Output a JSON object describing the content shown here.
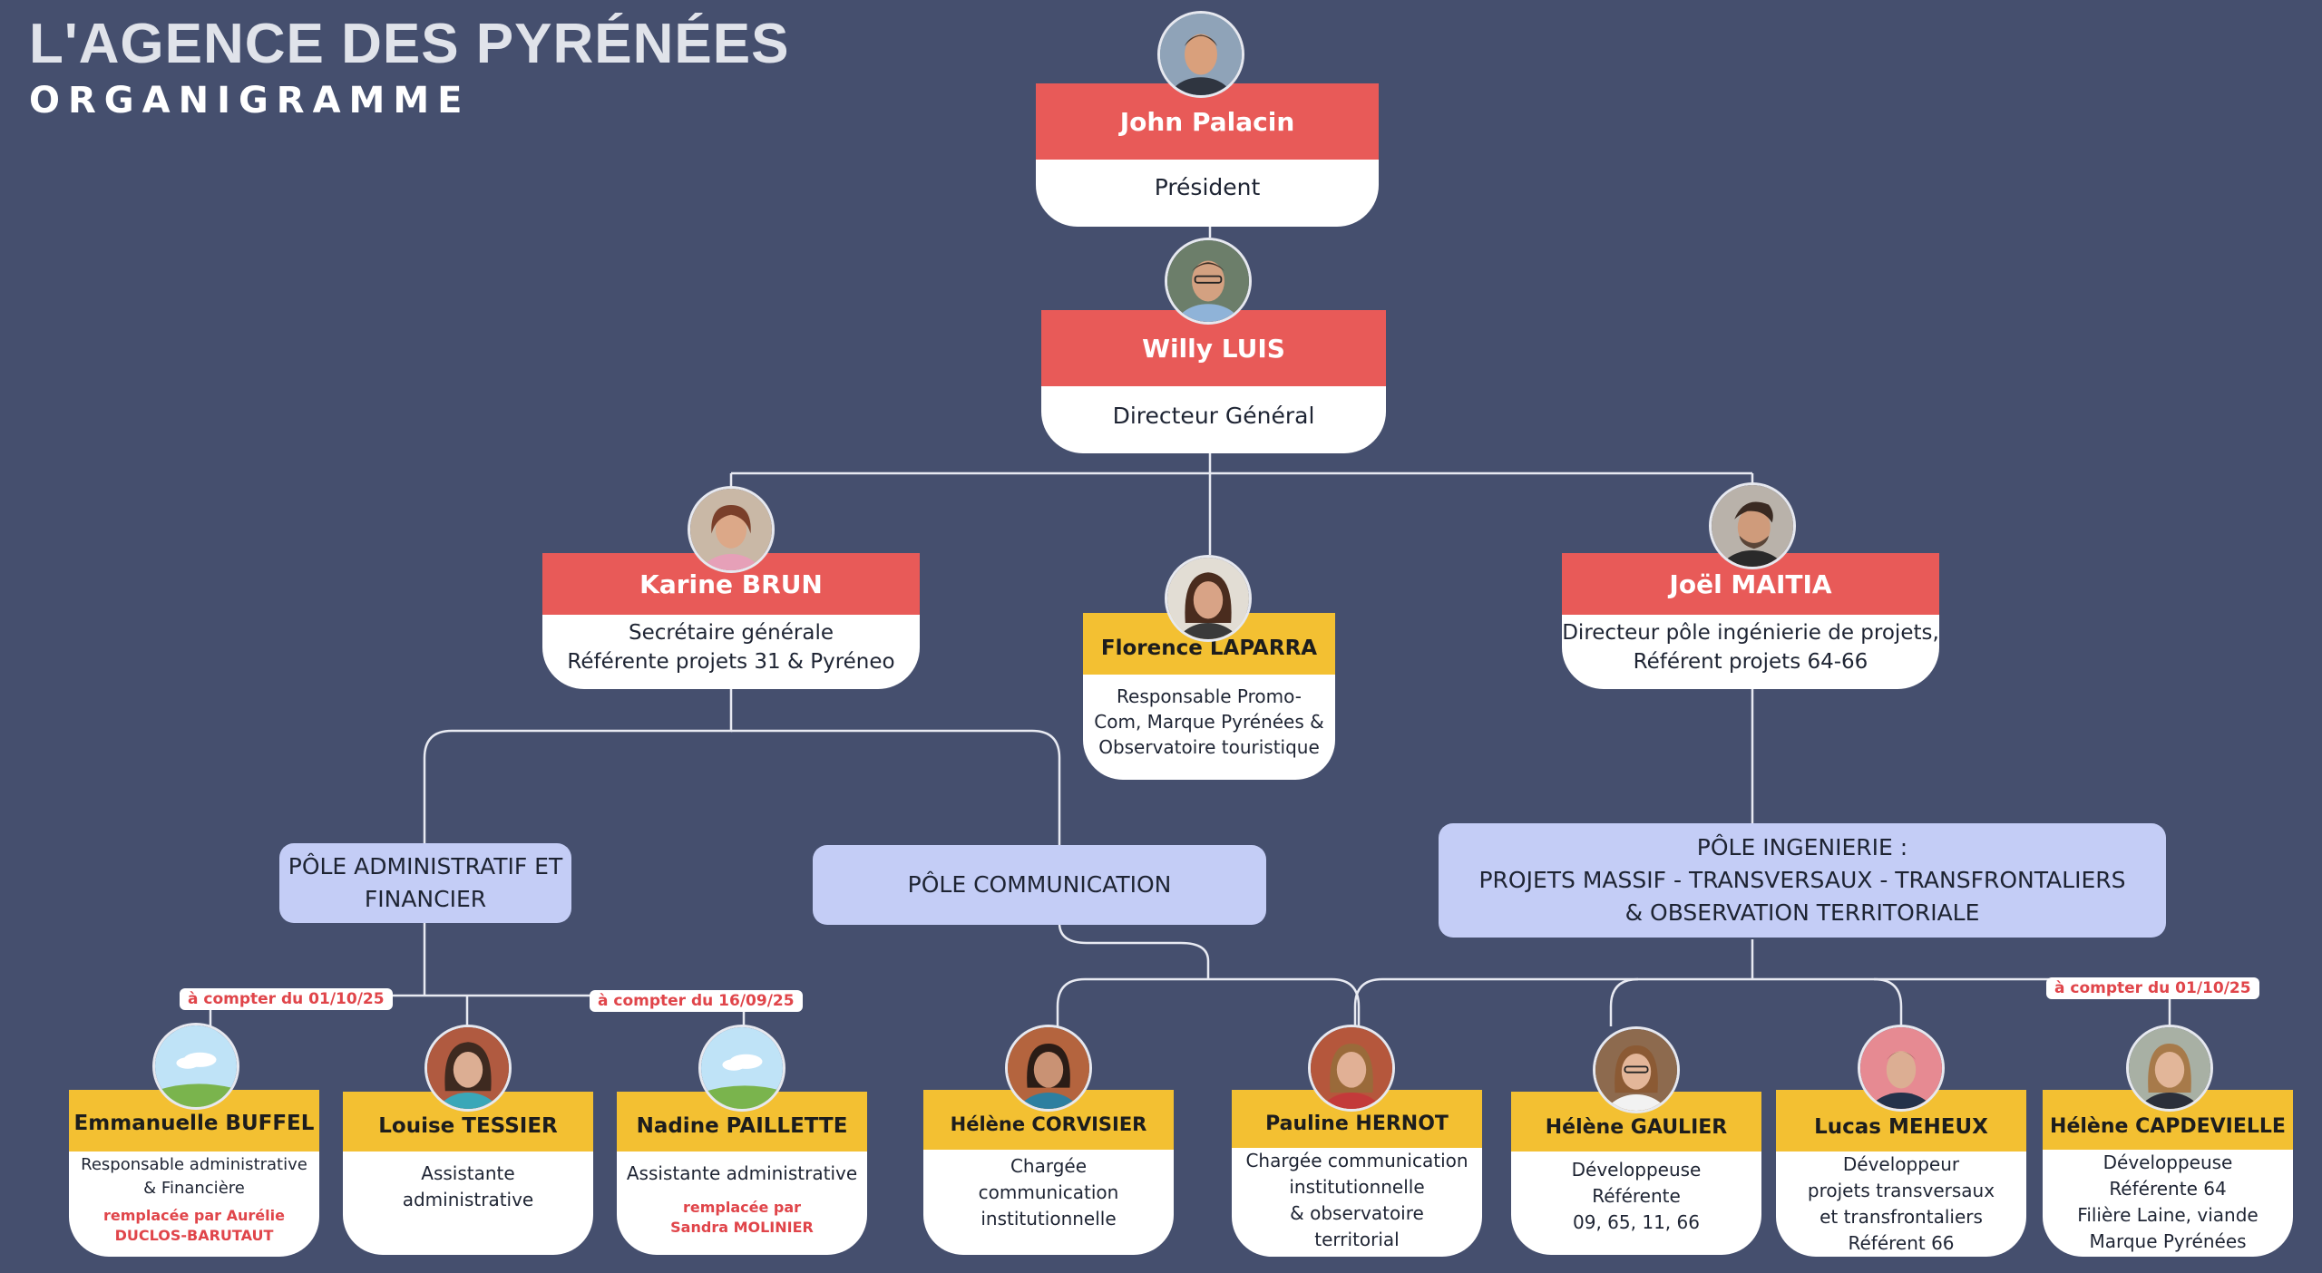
{
  "brand": {
    "title": "L'AGENCE DES PYRÉNÉES",
    "subtitle": "ORGANIGRAMME"
  },
  "colors": {
    "background": "#454f6e",
    "header_red": "#e85a58",
    "header_yellow": "#f3c032",
    "pole": "#c4cdf6",
    "note": "#e0454a"
  },
  "people": {
    "john": {
      "name": "John Palacin",
      "role": [
        "Président"
      ]
    },
    "willy": {
      "name": "Willy LUIS",
      "role": [
        "Directeur Général"
      ]
    },
    "karine": {
      "name": "Karine BRUN",
      "role": [
        "Secrétaire générale",
        "Référente projets 31 & Pyréneo"
      ]
    },
    "florence": {
      "name": "Florence LAPARRA",
      "role": [
        "Responsable Promo-",
        "Com, Marque Pyrénées &",
        "Observatoire touristique"
      ]
    },
    "joel": {
      "name": "Joël MAITIA",
      "role": [
        "Directeur pôle ingénierie de projets,",
        "Référent projets 64-66"
      ]
    },
    "emmanuelle": {
      "name": "Emmanuelle BUFFEL",
      "role": [
        "Responsable administrative",
        "& Financière"
      ],
      "note": [
        "remplacée par Aurélie",
        "DUCLOS-BARUTAUT"
      ],
      "tag": "à compter du 01/10/25"
    },
    "louise": {
      "name": "Louise TESSIER",
      "role": [
        "Assistante",
        "administrative"
      ]
    },
    "nadine": {
      "name": "Nadine PAILLETTE",
      "role": [
        "Assistante administrative"
      ],
      "note": [
        "remplacée par",
        "Sandra MOLINIER"
      ],
      "tag": "à compter du 16/09/25"
    },
    "helene_c": {
      "name": "Hélène CORVISIER",
      "role": [
        "Chargée",
        "communication",
        "institutionnelle"
      ]
    },
    "pauline": {
      "name": "Pauline HERNOT",
      "role": [
        "Chargée communication",
        "institutionnelle",
        "& observatoire",
        "territorial"
      ]
    },
    "helene_g": {
      "name": "Hélène GAULIER",
      "role": [
        "Développeuse",
        "Référente",
        "09, 65, 11, 66"
      ]
    },
    "lucas": {
      "name": "Lucas MEHEUX",
      "role": [
        "Développeur",
        "projets transversaux",
        "et transfrontaliers",
        "Référent 66"
      ]
    },
    "helene_cap": {
      "name": "Hélène CAPDEVIELLE",
      "role": [
        "Développeuse",
        "Référente 64",
        "Filière Laine, viande",
        "Marque Pyrénées"
      ],
      "tag": "à compter du 01/10/25"
    }
  },
  "poles": {
    "admin": [
      "PÔLE ADMINISTRATIF ET",
      "FINANCIER"
    ],
    "comm": [
      "PÔLE COMMUNICATION"
    ],
    "inge": [
      "PÔLE INGENIERIE :",
      "PROJETS MASSIF - TRANSVERSAUX -  TRANSFRONTALIERS",
      "& OBSERVATION TERRITORIALE"
    ]
  }
}
